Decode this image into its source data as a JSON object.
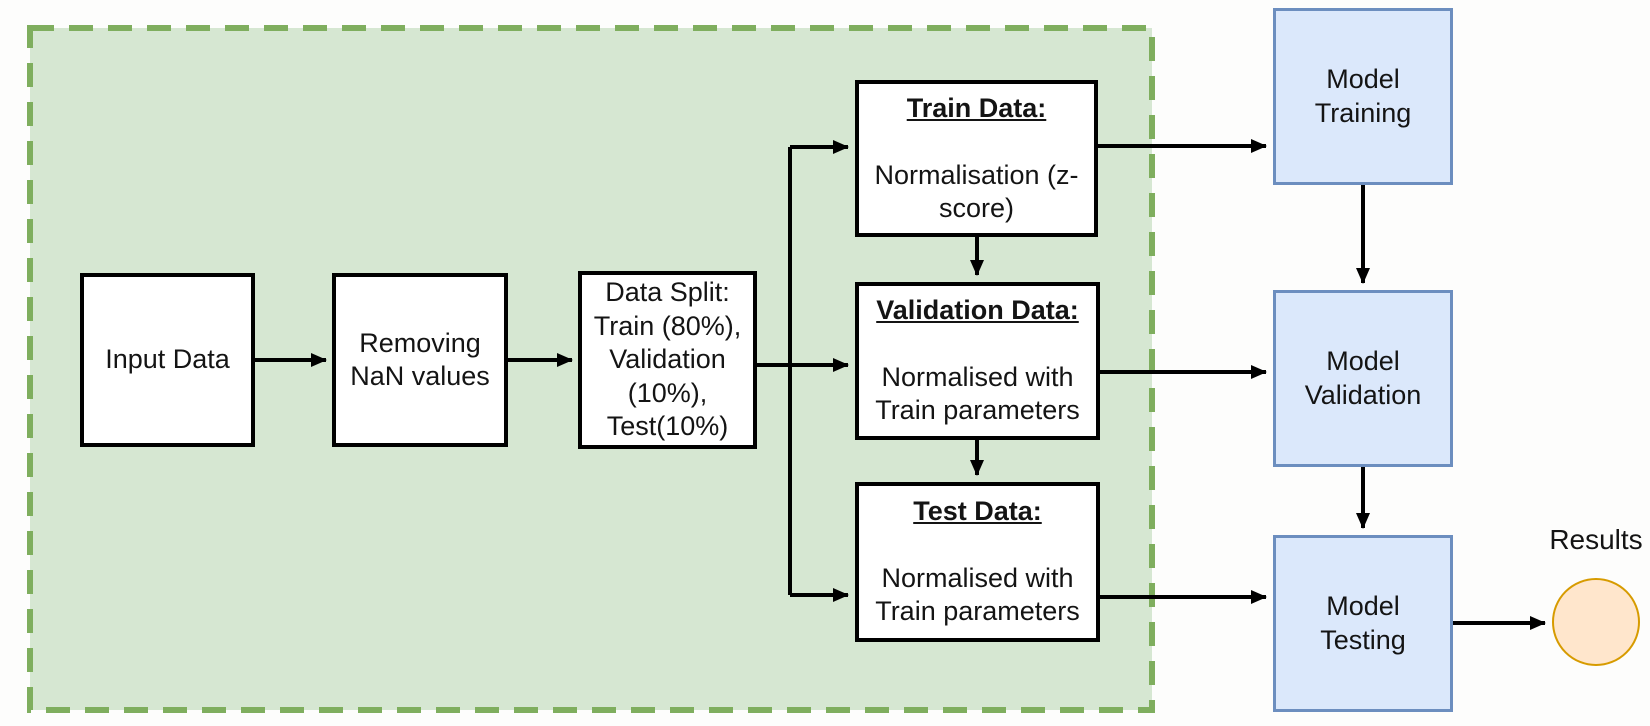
{
  "diagram_type": "flowchart",
  "nodes": {
    "input_data": {
      "label": "Input Data"
    },
    "removing_nan": {
      "label": "Removing\nNaN values"
    },
    "data_split": {
      "label": "Data Split:\nTrain (80%),\nValidation\n(10%),\nTest(10%)"
    },
    "train_data": {
      "title": "Train Data:",
      "body": "Normalisation (z-\nscore)"
    },
    "validation_data": {
      "title": "Validation Data:",
      "body": "Normalised with\nTrain parameters"
    },
    "test_data": {
      "title": "Test Data:",
      "body": "Normalised with\nTrain parameters"
    },
    "model_training": {
      "label": "Model\nTraining"
    },
    "model_validation": {
      "label": "Model\nValidation"
    },
    "model_testing": {
      "label": "Model\nTesting"
    },
    "results": {
      "label": "Results"
    }
  },
  "edges": [
    "input_data -> removing_nan",
    "removing_nan -> data_split",
    "data_split -> train_data",
    "data_split -> validation_data",
    "data_split -> test_data",
    "train_data -> validation_data",
    "validation_data -> test_data",
    "train_data -> model_training",
    "validation_data -> model_validation",
    "test_data -> model_testing",
    "model_training -> model_validation",
    "model_validation -> model_testing",
    "model_testing -> results"
  ],
  "colors": {
    "white_node_fill": "#ffffff",
    "white_node_border": "#000000",
    "blue_node_fill": "#dbe8fb",
    "blue_node_border": "#6c8ebf",
    "group_fill": "#d6e7d2",
    "group_border": "#7fae5e",
    "results_fill": "#ffe6cc",
    "results_border": "#d79b00",
    "arrow": "#000000"
  }
}
